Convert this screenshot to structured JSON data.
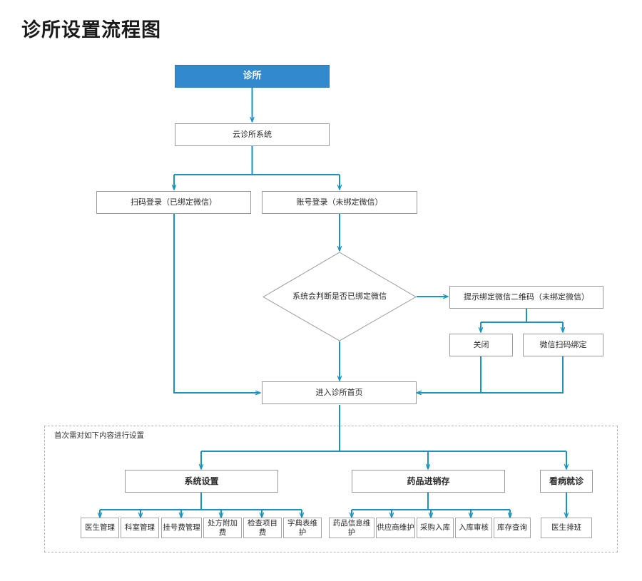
{
  "title": "诊所设置流程图",
  "colors": {
    "accent": "#1a94bc",
    "primary_fill": "#3289ce",
    "primary_text": "#ffffff",
    "node_border": "#9a9a9a",
    "node_fill": "#ffffff",
    "text": "#2a2a2a",
    "dashed_border": "#b4b4b4"
  },
  "nodes": {
    "root": "诊所",
    "system": "云诊所系统",
    "login_scan": "扫码登录（已绑定微信）",
    "login_account": "账号登录（未绑定微信）",
    "decision": "系统会判断是否已绑定微信",
    "bind_prompt": "提示绑定微信二维码（未绑定微信）",
    "close": "关闭",
    "bind_scan": "微信扫码绑定",
    "home": "进入诊所首页"
  },
  "region": {
    "caption": "首次需对如下内容进行设置"
  },
  "groups": [
    {
      "label": "系统设置",
      "items": [
        "医生管理",
        "科室管理",
        "挂号费管理",
        "处方附加费",
        "检查项目费",
        "字典表维护"
      ]
    },
    {
      "label": "药品进销存",
      "items": [
        "药品信息维护",
        "供应商维护",
        "采购入库",
        "入库审核",
        "库存查询"
      ]
    },
    {
      "label": "看病就诊",
      "items": [
        "医生排班"
      ]
    }
  ]
}
